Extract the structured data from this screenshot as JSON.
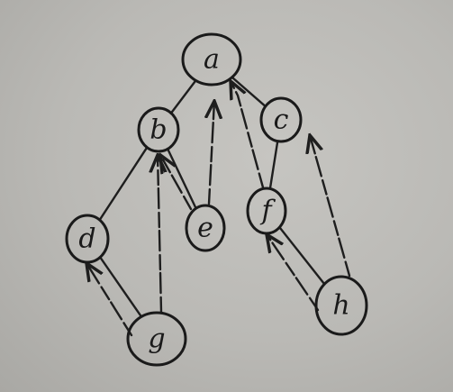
{
  "diagram": {
    "nodes": [
      {
        "id": "a",
        "label": "a"
      },
      {
        "id": "b",
        "label": "b"
      },
      {
        "id": "c",
        "label": "c"
      },
      {
        "id": "d",
        "label": "d"
      },
      {
        "id": "e",
        "label": "e"
      },
      {
        "id": "f",
        "label": "f"
      },
      {
        "id": "g",
        "label": "g"
      },
      {
        "id": "h",
        "label": "h"
      }
    ],
    "tree_edges": [
      {
        "from": "a",
        "to": "b"
      },
      {
        "from": "a",
        "to": "c"
      },
      {
        "from": "b",
        "to": "d"
      },
      {
        "from": "b",
        "to": "e"
      },
      {
        "from": "c",
        "to": "f"
      },
      {
        "from": "d",
        "to": "g"
      },
      {
        "from": "f",
        "to": "h"
      }
    ],
    "back_pointer_edges": [
      {
        "from": "e",
        "to": "a",
        "style": "dashed-arrow"
      },
      {
        "from": "f",
        "to": "a",
        "style": "dashed-arrow"
      },
      {
        "from": "e",
        "to": "b",
        "style": "dashed-arrow"
      },
      {
        "from": "g",
        "to": "b",
        "style": "dashed-arrow"
      },
      {
        "from": "g",
        "to": "d",
        "style": "dashed-arrow"
      },
      {
        "from": "h",
        "to": "f",
        "style": "dashed-arrow"
      },
      {
        "from": "h",
        "to": "c",
        "style": "dashed-arrow"
      }
    ],
    "colors": {
      "ink": "#1a1a1a",
      "paper": "#c2c1bd"
    }
  }
}
